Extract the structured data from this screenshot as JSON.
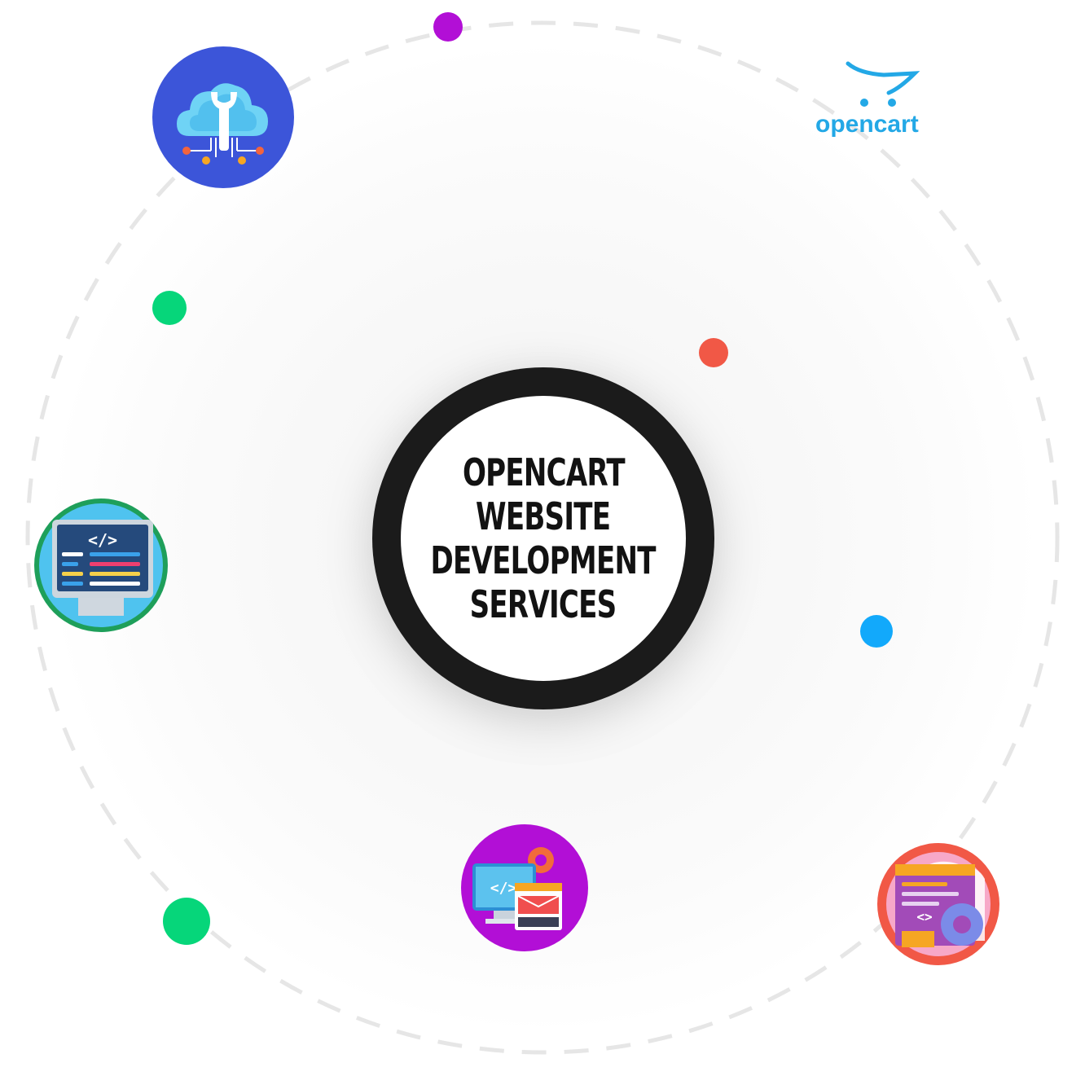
{
  "heading": {
    "lines": [
      "OPENCART",
      "WEBSITE",
      "DEVELOPMENT",
      "SERVICES"
    ]
  },
  "logo": {
    "text": "opencart",
    "icon": "shopping-cart-icon",
    "color": "#23a8e6"
  },
  "badges": [
    {
      "name": "cloud-wrench-icon",
      "background": "#3c55d9"
    },
    {
      "name": "code-monitor-icon",
      "background": "#1e9f5a"
    },
    {
      "name": "web-development-icon",
      "background": "#b20fd6"
    },
    {
      "name": "settings-window-icon",
      "background": "#f15846"
    }
  ],
  "accent_colors": {
    "purple": "#b20fd6",
    "green": "#06d67a",
    "red": "#f15846",
    "blue": "#12a9fb",
    "ring": "#1b1b1b",
    "orbit": "#e6e6e6"
  }
}
